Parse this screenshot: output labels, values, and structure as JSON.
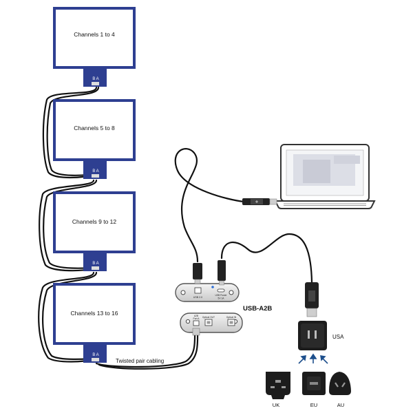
{
  "boards": [
    {
      "label": "Channels 1 to 4",
      "pins": "B A"
    },
    {
      "label": "Channels 5 to 8",
      "pins": "B A"
    },
    {
      "label": "Channels 9 to 12",
      "pins": "B A"
    },
    {
      "label": "Channels 13 to 16",
      "pins": "B A"
    }
  ],
  "cable_label": "Twisted pair cabling",
  "converter": {
    "name": "USB-A2B",
    "port_usb20": "USB 2.0",
    "port_usb_power_1": "USB Power",
    "port_usb_power_2": "5V 1A",
    "port_a2b_1": "A2B",
    "port_a2b_2": "Port A",
    "port_optical_out": "Optical OUT",
    "port_optical_in": "Optical IN"
  },
  "adapters": {
    "main": "USA",
    "plugs": [
      "UK",
      "EU",
      "AU"
    ]
  },
  "colors": {
    "board_border": "#2e3f91",
    "board_connector": "#2e3f91",
    "cable": "#111111",
    "arrow": "#1d4f8c",
    "laptop_screen": "#d9dbe3"
  }
}
